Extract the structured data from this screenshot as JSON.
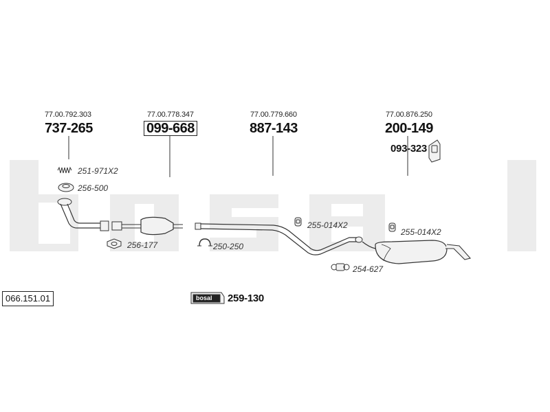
{
  "catalog_number": "066.151.01",
  "brand_watermark": "bosal",
  "columns": [
    {
      "ref": "77.00.792.303",
      "part": "737-265"
    },
    {
      "ref": "77.00.778.347",
      "part": "099-668"
    },
    {
      "ref": "77.00.779.660",
      "part": "887-143"
    },
    {
      "ref": "77.00.876.250",
      "part": "200-149"
    }
  ],
  "accessories": [
    {
      "label": "251-971X2"
    },
    {
      "label": "256-500"
    },
    {
      "label": "256-177"
    },
    {
      "label": "250-250"
    },
    {
      "label": "255-014X2"
    },
    {
      "label": "255-014X2"
    },
    {
      "label": "254-627"
    }
  ],
  "hanger_part": "093-323",
  "mounting_kit": {
    "badge": "bosal",
    "part": "259-130"
  },
  "colors": {
    "watermark": "#ececec",
    "line": "#333333",
    "part_fill": "#f2f2f2"
  }
}
